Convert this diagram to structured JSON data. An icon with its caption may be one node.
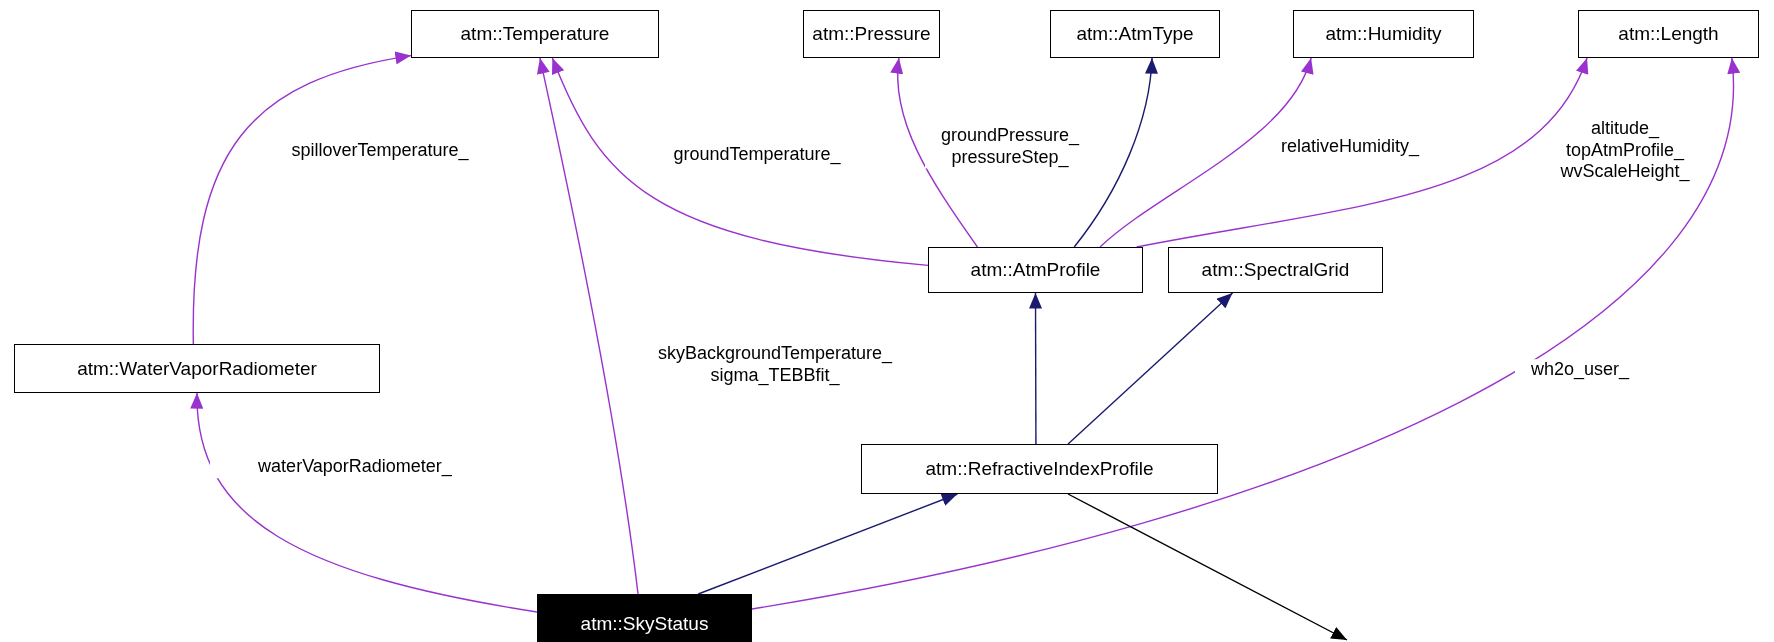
{
  "diagram": {
    "nodes": [
      {
        "text": [
          "atm::Temperature"
        ]
      },
      {
        "text": [
          "atm::Pressure"
        ]
      },
      {
        "text": [
          "atm::AtmType"
        ]
      },
      {
        "text": [
          "atm::Humidity"
        ]
      },
      {
        "text": [
          "atm::Length"
        ]
      },
      {
        "text": [
          "atm::AtmProfile"
        ]
      },
      {
        "text": [
          "atm::SpectralGrid"
        ]
      },
      {
        "text": [
          "atm::WaterVaporRadiometer"
        ]
      },
      {
        "text": [
          "atm::RefractiveIndexProfile"
        ]
      },
      {
        "text": [
          "atm::SkyStatus"
        ]
      }
    ],
    "edges": [
      {
        "from": 7,
        "to": 0,
        "arrow": "to",
        "label": "spilloverTemperature_"
      },
      {
        "from": 5,
        "to": 0,
        "arrow": "to",
        "label": "groundTemperature_"
      },
      {
        "from": 9,
        "to": 0,
        "arrow": "to",
        "label": "skyBackgroundTemperature_ sigma_TEBBfit_"
      },
      {
        "from": 5,
        "to": 1,
        "arrow": "to",
        "label": "groundPressure_ pressureStep_"
      },
      {
        "from": 5,
        "to": 2,
        "arrow": "to",
        "color": "#1a1a6e"
      },
      {
        "from": 5,
        "to": 3,
        "arrow": "to",
        "label": "relativeHumidity_"
      },
      {
        "from": 5,
        "to": 4,
        "arrow": "to",
        "label": "altitude_ topAtmProfile_ wvScaleHeight_"
      },
      {
        "from": 8,
        "to": 5,
        "arrow": "to",
        "color": "#1a1a6e"
      },
      {
        "from": 8,
        "to": 6,
        "arrow": "to",
        "color": "#1a1a6e"
      },
      {
        "from": 9,
        "to": 7,
        "arrow": "to",
        "label": "waterVaporRadiometer_"
      },
      {
        "from": 9,
        "to": 8,
        "arrow": "to",
        "color": "#1a1a6e"
      },
      {
        "from": 9,
        "to": 4,
        "arrow": "to",
        "label": "wh2o_user_"
      },
      {
        "from": 8,
        "to": null,
        "arrow": "to",
        "color": "#000000"
      }
    ]
  }
}
